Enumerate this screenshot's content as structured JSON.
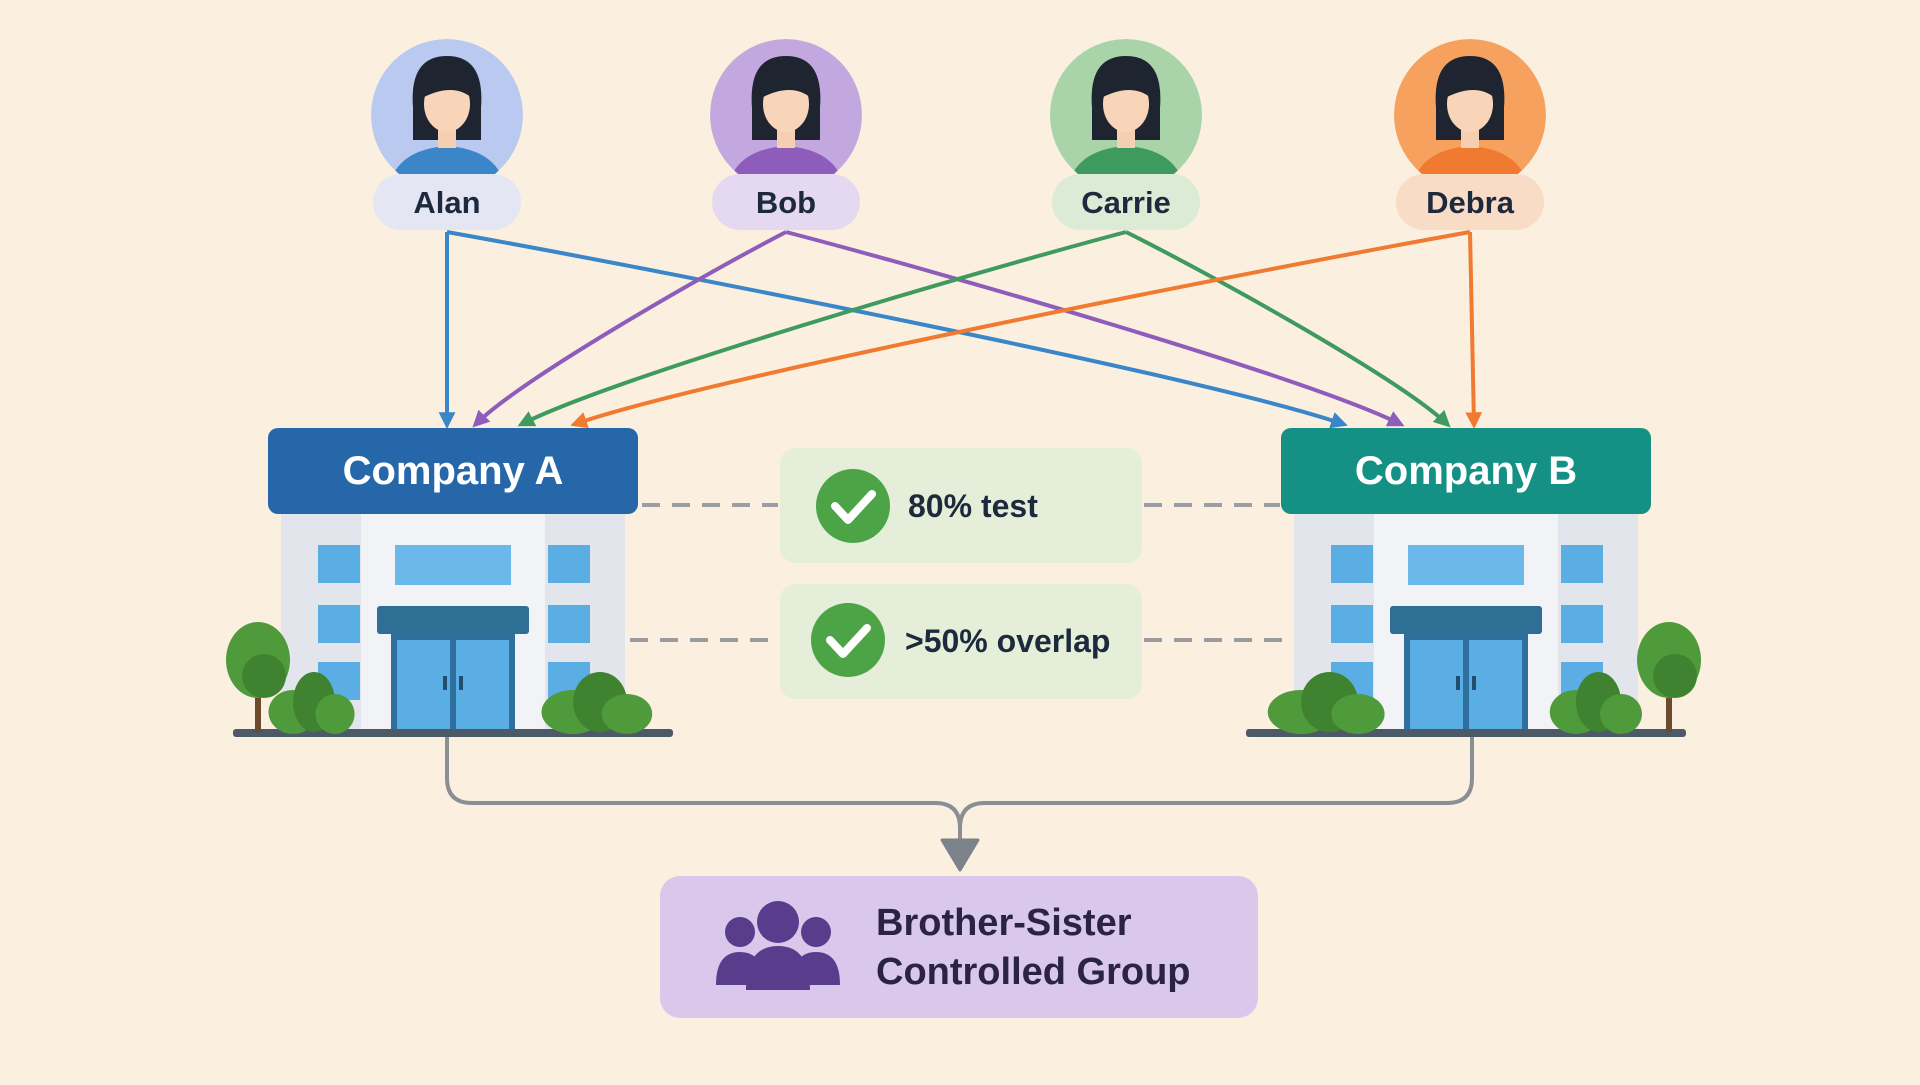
{
  "people": [
    {
      "name": "Alan",
      "color": "#3a86c8",
      "bg": "#b9c9ef",
      "pill": "#e4e6f4"
    },
    {
      "name": "Bob",
      "color": "#8e5dbb",
      "bg": "#c3a8df",
      "pill": "#e5d9f1"
    },
    {
      "name": "Carrie",
      "color": "#3f9a5f",
      "bg": "#a9d3a9",
      "pill": "#dcebd5"
    },
    {
      "name": "Debra",
      "color": "#f07a2f",
      "bg": "#f6a25e",
      "pill": "#f8dcc6"
    }
  ],
  "companies": [
    {
      "name": "Company A",
      "color": "#2567a8"
    },
    {
      "name": "Company B",
      "color": "#159085"
    }
  ],
  "tests": [
    {
      "label": "80% test"
    },
    {
      "label": ">50% overlap"
    }
  ],
  "result": {
    "line1": "Brother-Sister",
    "line2": "Controlled Group"
  },
  "colors": {
    "background": "#fbefdf",
    "test_box": "#e4eed8",
    "check": "#4ca447",
    "result_box": "#d9c8ec",
    "result_icon": "#5a3c8c",
    "connector": "#8a8f96"
  }
}
